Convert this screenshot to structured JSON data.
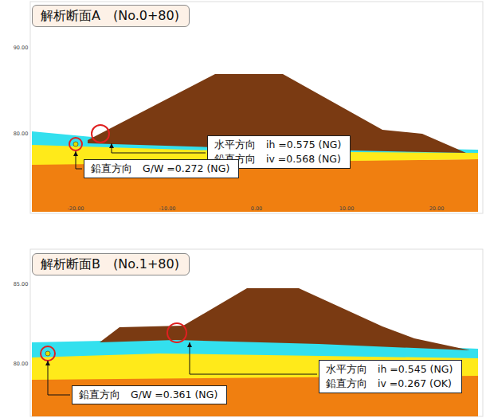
{
  "diagram": {
    "nodes": [
      {
        "text": [
          "解析断面A　(No.0+80)"
        ]
      },
      {
        "text": [
          "水平方向　ih =0.575 (NG)",
          "鉛直方向　iv =0.568 (NG)"
        ]
      },
      {
        "text": [
          "鉛直方向　G/W =0.272 (NG)"
        ]
      },
      {
        "text": [
          "解析断面B　(No.1+80)"
        ]
      },
      {
        "text": [
          "水平方向　ih =0.545 (NG)",
          "鉛直方向　iv =0.267 (OK)"
        ]
      },
      {
        "text": [
          "鉛直方向　G/W =0.361 (NG)"
        ]
      }
    ],
    "labels": [
      "90.00",
      "80.00",
      "-20.00",
      "-10.00",
      "0.00",
      "10.00",
      "20.00",
      "85.00",
      "80.00"
    ]
  }
}
